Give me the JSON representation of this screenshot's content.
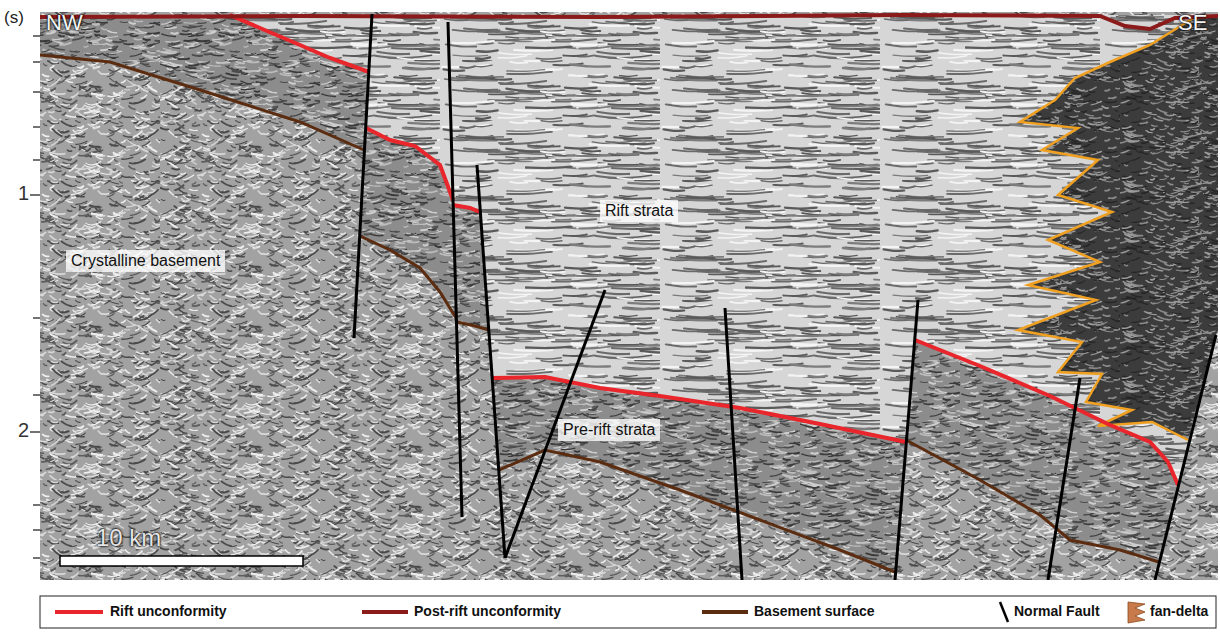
{
  "diagram": {
    "labels": [
      "(s)",
      "NW",
      "SE",
      "1",
      "2",
      "Crystalline basement",
      "Rift strata",
      "Pre-rift strata",
      "10 km"
    ],
    "legend": [
      {
        "text": "Rift unconformity"
      },
      {
        "text": "Post-rift unconformity"
      },
      {
        "text": "Basement surface"
      },
      {
        "text": "Normal Fault"
      },
      {
        "text": "fan-delta"
      }
    ]
  }
}
